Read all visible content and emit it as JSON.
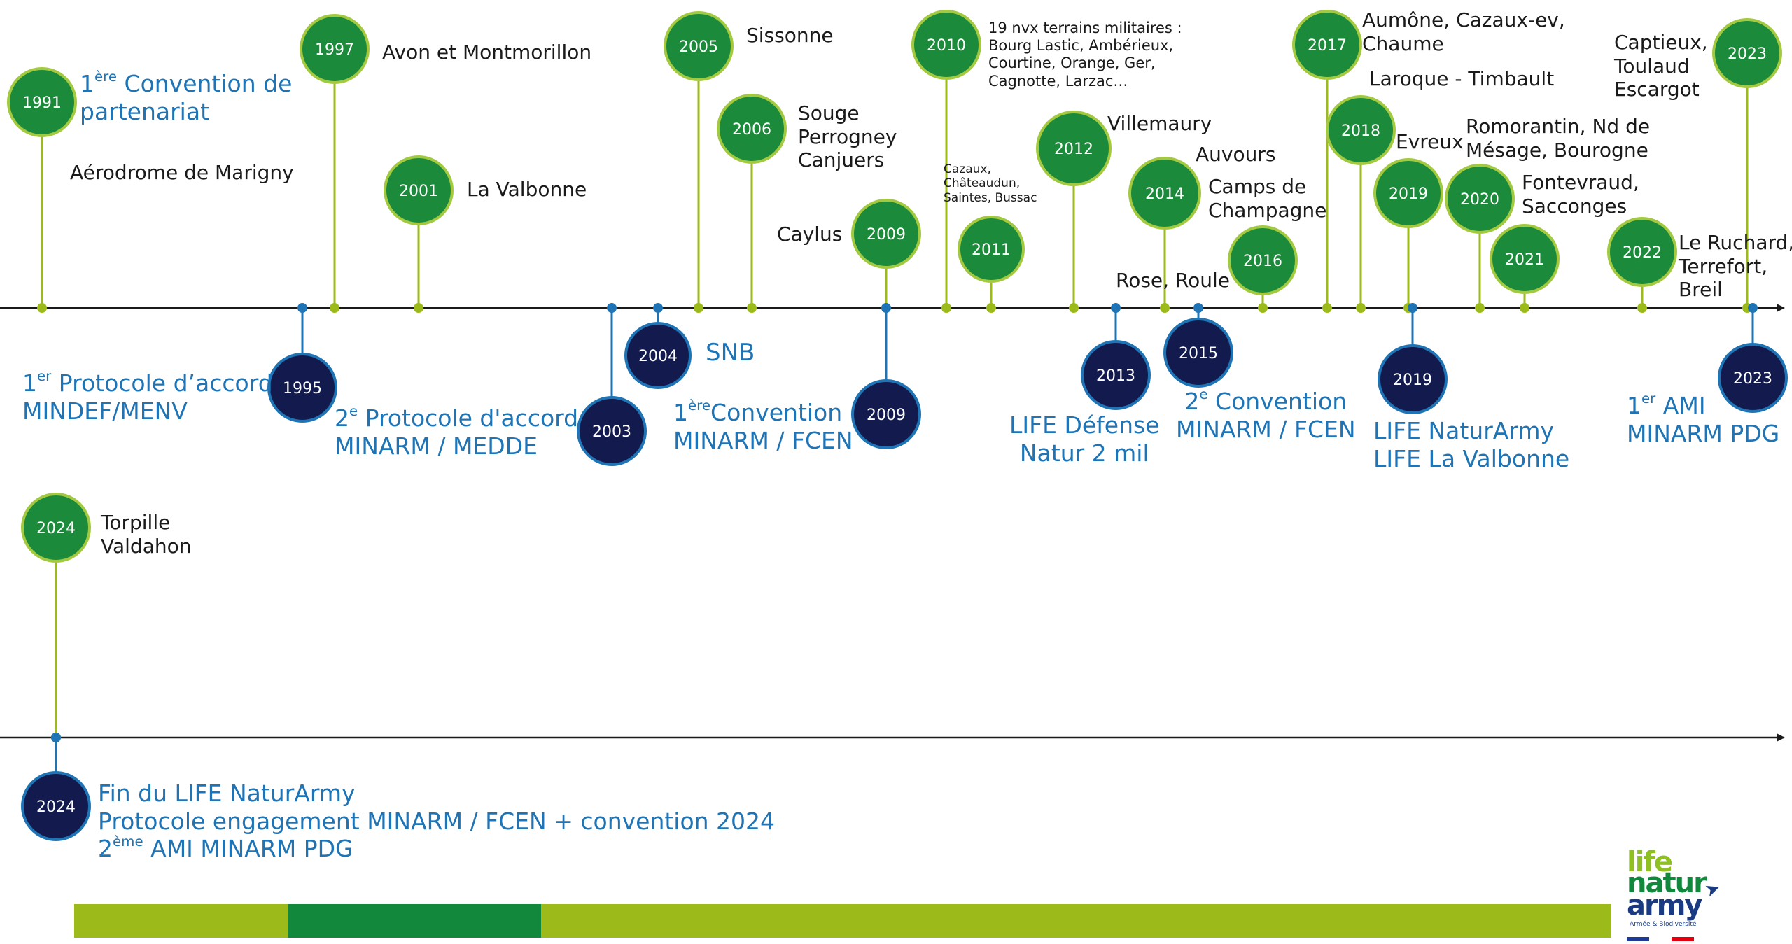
{
  "colors": {
    "axis": "#1a1a1a",
    "green_pin_fill": "#1b8a3a",
    "green_pin_border": "#a3c940",
    "green_stem": "#9cbb1b",
    "navy_pin_fill": "#131b4e",
    "navy_pin_border": "#1f74b5",
    "navy_stem": "#1f74b5",
    "label_black": "#1a1a1a",
    "label_blue": "#1f74b5",
    "footer_bar": "#9cbb1b",
    "footer_accent": "#12883c"
  },
  "pins": [
    {
      "id": "1991",
      "year": "1991",
      "kind": "green"
    },
    {
      "id": "1997",
      "year": "1997",
      "kind": "green"
    },
    {
      "id": "2001",
      "year": "2001",
      "kind": "green"
    },
    {
      "id": "2005",
      "year": "2005",
      "kind": "green"
    },
    {
      "id": "2006",
      "year": "2006",
      "kind": "green"
    },
    {
      "id": "2009a",
      "year": "2009",
      "kind": "green"
    },
    {
      "id": "2010",
      "year": "2010",
      "kind": "green"
    },
    {
      "id": "2011",
      "year": "2011",
      "kind": "green"
    },
    {
      "id": "2012",
      "year": "2012",
      "kind": "green"
    },
    {
      "id": "2014",
      "year": "2014",
      "kind": "green"
    },
    {
      "id": "2016",
      "year": "2016",
      "kind": "green"
    },
    {
      "id": "2017",
      "year": "2017",
      "kind": "green"
    },
    {
      "id": "2018",
      "year": "2018",
      "kind": "green"
    },
    {
      "id": "2019a",
      "year": "2019",
      "kind": "green"
    },
    {
      "id": "2020",
      "year": "2020",
      "kind": "green"
    },
    {
      "id": "2021",
      "year": "2021",
      "kind": "green"
    },
    {
      "id": "2022",
      "year": "2022",
      "kind": "green"
    },
    {
      "id": "2023a",
      "year": "2023",
      "kind": "green"
    },
    {
      "id": "1995",
      "year": "1995",
      "kind": "navy"
    },
    {
      "id": "2003",
      "year": "2003",
      "kind": "navy"
    },
    {
      "id": "2004",
      "year": "2004",
      "kind": "navy"
    },
    {
      "id": "2009b",
      "year": "2009",
      "kind": "navy"
    },
    {
      "id": "2013",
      "year": "2013",
      "kind": "navy"
    },
    {
      "id": "2015",
      "year": "2015",
      "kind": "navy"
    },
    {
      "id": "2019b",
      "year": "2019",
      "kind": "navy"
    },
    {
      "id": "2023b",
      "year": "2023",
      "kind": "navy"
    },
    {
      "id": "2024a",
      "year": "2024",
      "kind": "green"
    },
    {
      "id": "2024b",
      "year": "2024",
      "kind": "navy"
    }
  ],
  "labels": {
    "l1991": {
      "sup_prefix": "1",
      "sup": "ère",
      "rest": " Convention de",
      "line2": "partenariat"
    },
    "l1991b": {
      "text": "Aérodrome de Marigny"
    },
    "l1997": {
      "text": "Avon et Montmorillon"
    },
    "l2001": {
      "text": "La Valbonne"
    },
    "l2005": {
      "text": "Sissonne"
    },
    "l2006": {
      "lines": [
        "Souge",
        "Perrogney",
        "Canjuers"
      ]
    },
    "l2009a": {
      "text": "Caylus"
    },
    "l2010": {
      "lines": [
        "19 nvx terrains militaires :",
        "Bourg Lastic, Ambérieux,",
        "Courtine, Orange, Ger,",
        "Cagnotte, Larzac…"
      ]
    },
    "l2011": {
      "lines": [
        "Cazaux,",
        "Châteaudun,",
        "Saintes, Bussac"
      ]
    },
    "l2012": {
      "text": "Villemaury"
    },
    "l2014": {
      "text": "Auvours"
    },
    "l2016": {
      "lines": [
        "Camps de",
        "Champagne"
      ]
    },
    "lrose": {
      "text": "Rose, Roule"
    },
    "l2017": {
      "lines": [
        "Aumône, Cazaux-ev,",
        "Chaume"
      ]
    },
    "l2018": {
      "text": "Laroque - Timbault"
    },
    "l2019a": {
      "text": "Evreux"
    },
    "l2020": {
      "lines": [
        "Romorantin, Nd de",
        "Mésage, Bourogne"
      ]
    },
    "l2021": {
      "lines": [
        "Fontevraud,",
        "Sacconges"
      ]
    },
    "l2022": {
      "lines": [
        "Le Ruchard,",
        "Terrefort,",
        "Breil"
      ]
    },
    "l2023a": {
      "lines": [
        "Captieux,",
        "Toulaud",
        "Escargot"
      ]
    },
    "l1995": {
      "sup_prefix": "1",
      "sup": "er",
      "rest": " Protocole d’accord",
      "line2": "MINDEF/MENV"
    },
    "l2003": {
      "sup_prefix": "2",
      "sup": "e",
      "rest": " Protocole d'accord",
      "line2": "MINARM / MEDDE"
    },
    "l2004": {
      "text": "SNB"
    },
    "l2009b": {
      "sup_prefix": "1",
      "sup": "ère",
      "rest": "Convention",
      "line2": "MINARM / FCEN"
    },
    "l2013": {
      "lines": [
        "LIFE Défense",
        "Natur 2 mil"
      ]
    },
    "l2015": {
      "sup_prefix": "2",
      "sup": "e",
      "rest": " Convention",
      "line2": "MINARM / FCEN"
    },
    "l2019b": {
      "lines": [
        "LIFE NaturArmy",
        "LIFE La Valbonne"
      ]
    },
    "l2023b": {
      "sup_prefix": "1",
      "sup": "er",
      "rest": " AMI",
      "line2": "MINARM PDG"
    },
    "l2024a": {
      "lines": [
        "Torpille",
        "Valdahon"
      ]
    },
    "l2024b": {
      "line1": "Fin du LIFE NaturArmy",
      "line2": "Protocole engagement MINARM / FCEN + convention 2024",
      "sup_prefix": "2",
      "sup": "ème",
      "rest": " AMI MINARM PDG"
    }
  },
  "logo": {
    "line1": "life",
    "line2": "natur",
    "line3": "army",
    "tagline": "Armée & Biodiversité",
    "flag_colors": [
      "#1f3a93",
      "#ffffff",
      "#e1000f"
    ]
  }
}
